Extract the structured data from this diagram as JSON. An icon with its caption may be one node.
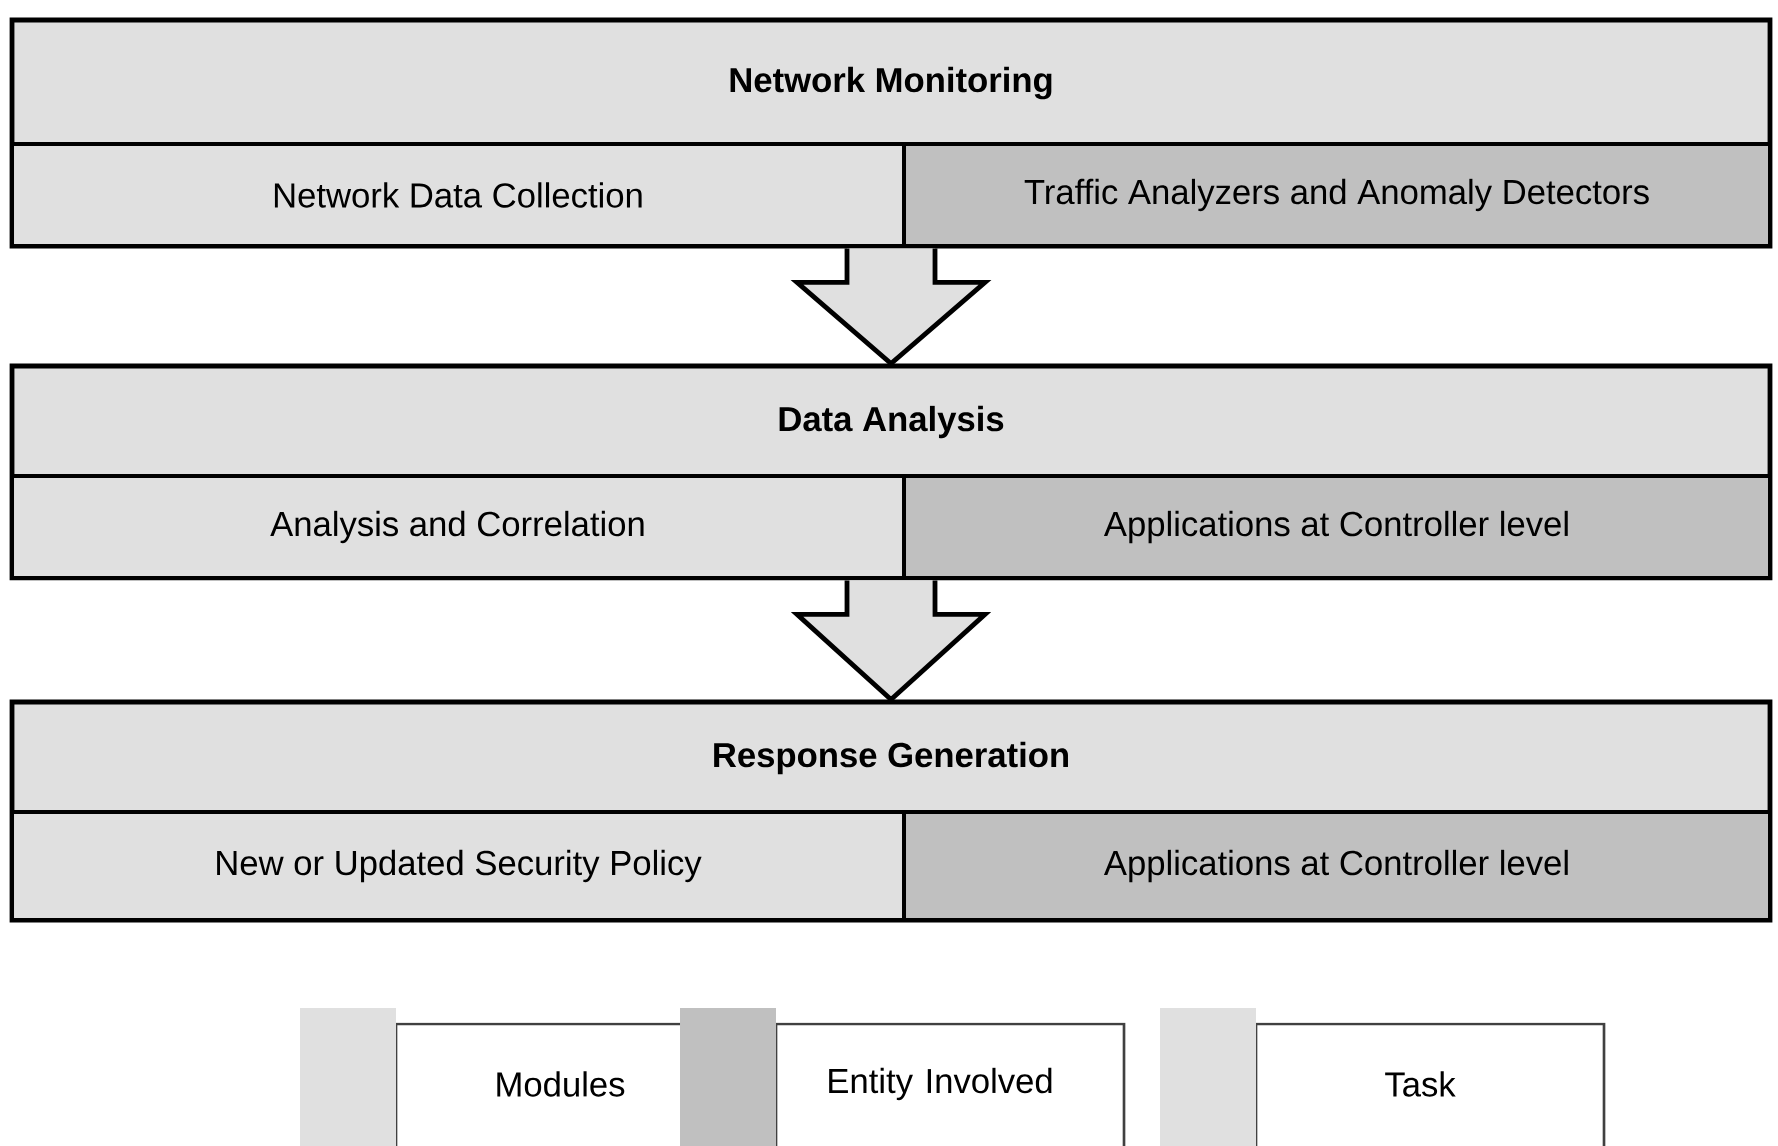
{
  "diagram": {
    "nodes": [
      {
        "text": [
          "Network Monitoring"
        ]
      },
      {
        "text": [
          "Network Data Collection"
        ],
        "in": 0
      },
      {
        "text": [
          "Traffic Analyzers and Anomaly Detectors"
        ],
        "in": 0
      },
      {
        "text": [
          "Data Analysis"
        ]
      },
      {
        "text": [
          "Analysis and Correlation"
        ],
        "in": 3
      },
      {
        "text": [
          "Applications at Controller level"
        ],
        "in": 3
      },
      {
        "text": [
          "Response Generation"
        ]
      },
      {
        "text": [
          "New or Updated Security Policy"
        ],
        "in": 6
      },
      {
        "text": [
          "Applications at Controller level"
        ],
        "in": 6
      }
    ],
    "edges": [
      {
        "from": 0,
        "to": 3,
        "arrow": "to"
      },
      {
        "from": 3,
        "to": 6,
        "arrow": "to"
      }
    ],
    "legend": [
      {
        "text": "Modules",
        "color": "#e0e0e0"
      },
      {
        "text": "Entity Involved",
        "color": "#c0c0c0"
      },
      {
        "text": "Task",
        "color": "#e0e0e0"
      }
    ]
  }
}
